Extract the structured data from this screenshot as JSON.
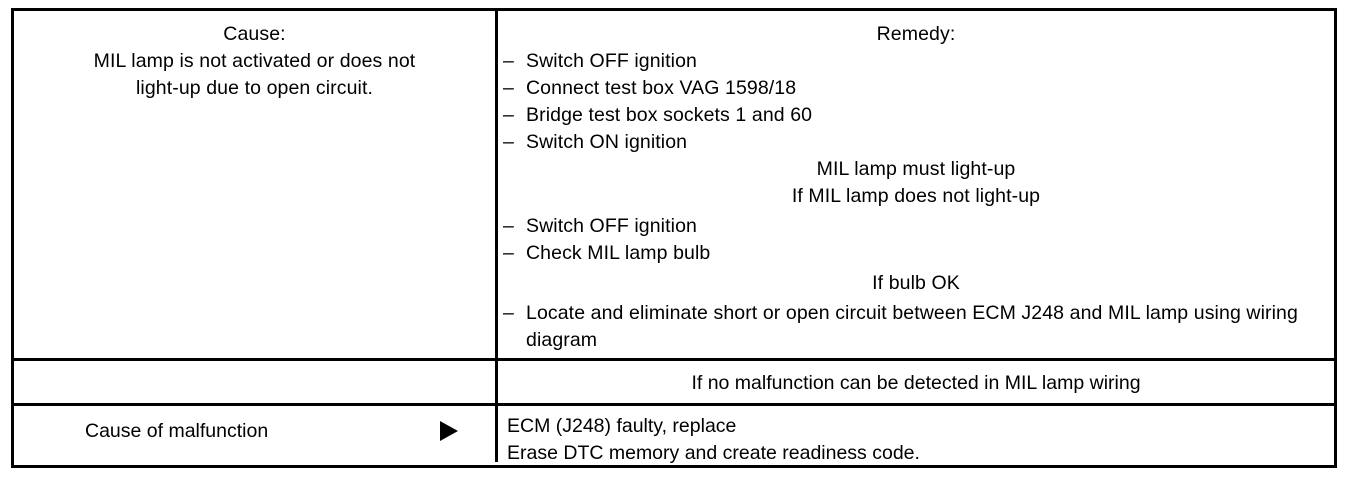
{
  "document": {
    "kind": "diagnostic-troubleshooting-table",
    "colors": {
      "ink": "#000000",
      "paper": "#ffffff"
    }
  },
  "table": {
    "main_row": {
      "cause": {
        "heading": "Cause:",
        "lines": [
          "MIL lamp is not activated or does not",
          "light-up due to open circuit."
        ]
      },
      "remedy": {
        "heading": "Remedy:",
        "steps_group_1": [
          "Switch OFF ignition",
          "Connect test box VAG 1598/18",
          "Bridge test box sockets 1 and 60",
          "Switch ON ignition"
        ],
        "centered_notes_1": [
          "MIL lamp must light-up",
          "If MIL lamp does not light-up"
        ],
        "steps_group_2": [
          "Switch OFF ignition",
          "Check MIL lamp bulb"
        ],
        "centered_notes_2": [
          "If bulb OK"
        ],
        "steps_group_3": [
          "Locate and eliminate short or open circuit between ECM J248 and MIL lamp using wiring diagram"
        ],
        "bullet_marker": "–"
      }
    },
    "middle_row": {
      "left": "",
      "right": "If no malfunction can be detected in MIL lamp wiring"
    },
    "bottom_row": {
      "left_label": "Cause of malfunction",
      "arrow_icon": "triangle-right-icon",
      "right_lines": [
        "ECM (J248) faulty, replace",
        "Erase DTC memory and create readiness code."
      ]
    }
  }
}
